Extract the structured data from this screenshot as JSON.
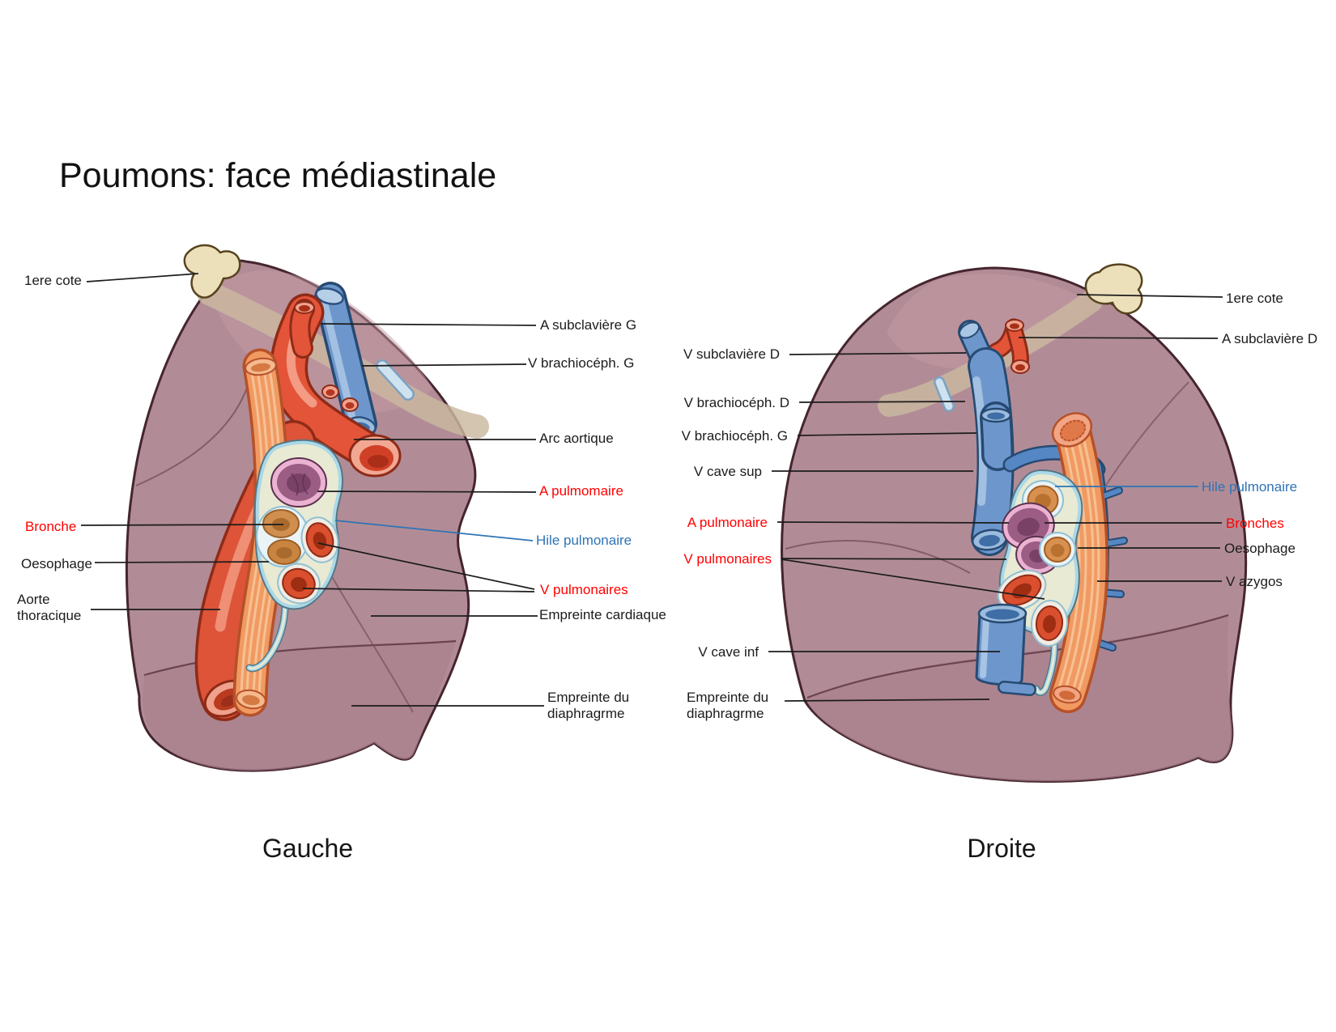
{
  "title": "Poumons: face médiastinale",
  "captions": {
    "left": "Gauche",
    "right": "Droite"
  },
  "left_labels": {
    "first_rib": "1ere cote",
    "subclavian_artery": "A subclavière G",
    "brachiocephalic_vein": "V brachiocéph. G",
    "aortic_arch": "Arc aortique",
    "pulmonary_artery": "A pulmomaire",
    "hilum": "Hile pulmonaire",
    "pulmonary_veins": "V pulmonaires",
    "cardiac_impression": "Empreinte cardiaque",
    "diaphragm_impression": "Empreinte du diaphragrme",
    "bronchus": "Bronche",
    "esophagus": "Oesophage",
    "thoracic_aorta": "Aorte thoracique"
  },
  "right_labels": {
    "subclavian_vein": "V subclavière D",
    "brachiocephalic_vein_right": "V brachiocéph. D",
    "brachiocephalic_vein_left": "V brachiocéph. G",
    "superior_vena_cava": "V cave sup",
    "pulmonary_artery": "A pulmonaire",
    "pulmonary_veins": "V pulmonaires",
    "inferior_vena_cava": "V cave inf",
    "diaphragm_impression": "Empreinte du diaphragrme",
    "first_rib": "1ere cote",
    "subclavian_artery": "A subclavière D",
    "hilum": "Hile pulmonaire",
    "bronchi": "Bronches",
    "esophagus": "Oesophage",
    "azygos_vein": "V azygos"
  },
  "colors": {
    "artery_vein_label_red": "#ff0000",
    "hilum_label_blue": "#2e74b5",
    "label_black": "#1b1b1b",
    "lung_body": "#b18c96",
    "artery_red": "#e45438",
    "vein_blue": "#6d97cc",
    "esophagus_orange": "#f09a62",
    "bone_cream": "#ece0bb",
    "hilum_plate": "#e9ead3",
    "bronchus_tan": "#d08f4f",
    "pulmonary_artery_purple": "#9c5d85"
  }
}
